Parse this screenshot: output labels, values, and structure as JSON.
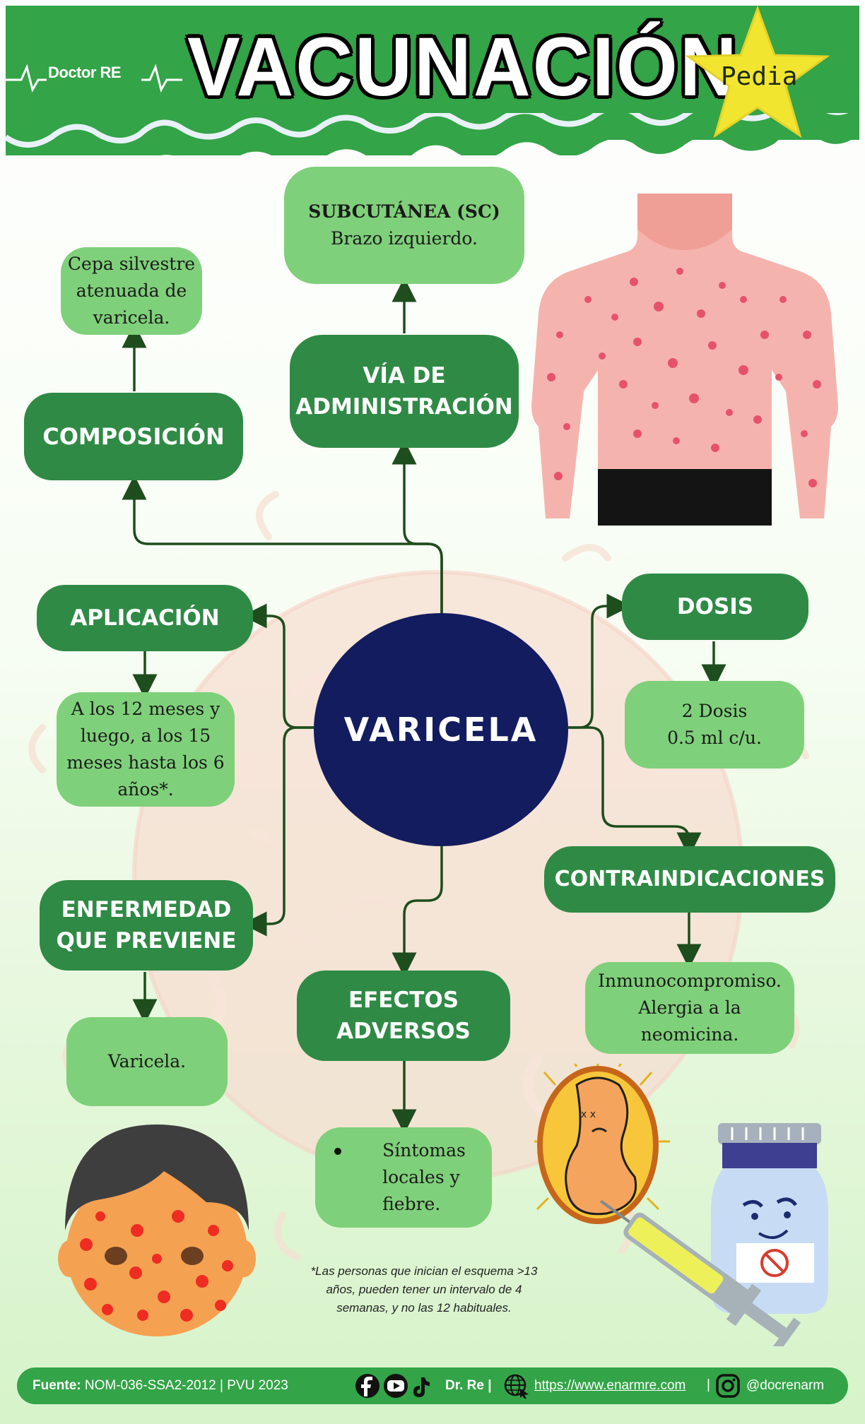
{
  "header": {
    "logo_text": "Doctor RE",
    "title": "VACUNACIÓN",
    "badge": "Pedia"
  },
  "diagram": {
    "center": "VARICELA",
    "composicion": {
      "title": "COMPOSICIÓN",
      "detail": [
        "Cepa silvestre",
        "atenuada de",
        "varicela."
      ]
    },
    "via": {
      "title": [
        "VÍA DE",
        "ADMINISTRACIÓN"
      ],
      "detail_title": "SUBCUTÁNEA (SC)",
      "detail": "Brazo izquierdo."
    },
    "aplicacion": {
      "title": "APLICACIÓN",
      "detail": [
        "A los 12 meses y",
        "luego, a los 15",
        "meses hasta los 6",
        "años*."
      ]
    },
    "enfermedad": {
      "title": [
        "ENFERMEDAD",
        "QUE PREVIENE"
      ],
      "detail": "Varicela."
    },
    "efectos": {
      "title": [
        "EFECTOS",
        "ADVERSOS"
      ],
      "detail": [
        "Síntomas",
        "locales y",
        "fiebre."
      ]
    },
    "dosis": {
      "title": "DOSIS",
      "detail": [
        "2 Dosis",
        "0.5 ml c/u."
      ]
    },
    "contra": {
      "title": "CONTRAINDICACIONES",
      "detail": [
        "Inmunocompromiso.",
        "Alergia a la",
        "neomicina."
      ]
    }
  },
  "footnote": [
    "*Las personas que inician el esquema >13",
    "años, pueden tener un intervalo de 4",
    "semanas, y no las 12 habituales."
  ],
  "footer": {
    "source_label": "Fuente:",
    "source": "NOM-036-SSA2-2012 | PVU 2023",
    "brand": "Dr. Re |",
    "url": "https://www.enarmre.com",
    "separator": "|",
    "handle": "@docrenarm"
  },
  "colors": {
    "header_green": "#33a447",
    "dark_box": "#2f8a45",
    "light_box": "#7fd07a",
    "center": "#131c5e",
    "star": "#f2e530"
  },
  "icons": [
    "facebook-icon",
    "youtube-icon",
    "tiktok-icon",
    "globe-icon",
    "instagram-icon"
  ]
}
